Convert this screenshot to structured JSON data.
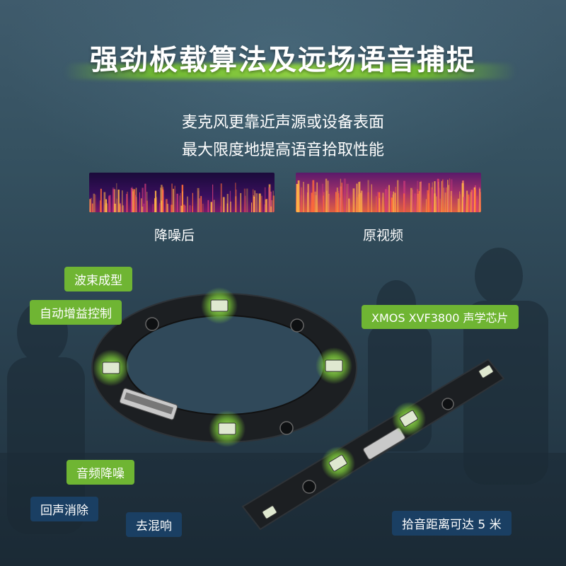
{
  "title": "强劲板载算法及远场语音捕捉",
  "subtitle_lines": [
    "麦克风更靠近声源或设备表面",
    "最大限度地提高语音拾取性能"
  ],
  "spectrograms": [
    {
      "label": "降噪后"
    },
    {
      "label": "原视频"
    }
  ],
  "feature_tags": {
    "beamforming": "波束成型",
    "agc": "自动增益控制",
    "chip": "XMOS XVF3800 声学芯片",
    "noise_reduction": "音频降噪",
    "echo_cancel": "回声消除",
    "dereverb": "去混响",
    "pickup_range": "拾音距离可达 5 米"
  },
  "colors": {
    "accent_green": "#6fb533",
    "tag_blue": "#1a3f63",
    "background": "#2b3e4e"
  }
}
